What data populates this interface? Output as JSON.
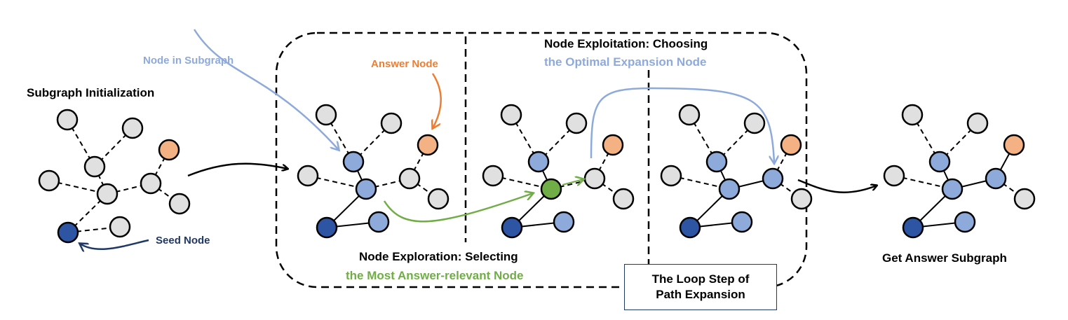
{
  "colors": {
    "gray_node": "#e0e0e0",
    "seed_node": "#2e55a3",
    "subgraph_node": "#8eaadb",
    "answer_node": "#f4b183",
    "selected_node": "#70ad47",
    "label_light_blue": "#8eaadb",
    "label_orange": "#ed7d31",
    "label_green": "#70ad47",
    "label_navy": "#1f3864",
    "stroke": "#000000"
  },
  "labels": {
    "subgraph_init": "Subgraph Initialization",
    "node_in_subgraph": "Node in Subgraph",
    "answer_node": "Answer Node",
    "seed_node": "Seed Node",
    "exploitation_title": "Node Exploitation: Choosing",
    "exploitation_sub": "the Optimal Expansion Node",
    "exploration_title": "Node Exploration: Selecting",
    "exploration_sub": "the Most Answer-relevant Node",
    "loop_line1": "The Loop Step of",
    "loop_line2": "Path Expansion",
    "get_answer": "Get Answer Subgraph"
  },
  "graph": {
    "node_ids": [
      "top_left",
      "top_right",
      "mid_upper",
      "left",
      "center",
      "right_mid",
      "answer",
      "right_low",
      "seed",
      "bottom"
    ],
    "edges": [
      [
        "top_left",
        "mid_upper"
      ],
      [
        "top_right",
        "mid_upper"
      ],
      [
        "mid_upper",
        "center"
      ],
      [
        "left",
        "center"
      ],
      [
        "center",
        "right_mid"
      ],
      [
        "right_mid",
        "answer"
      ],
      [
        "right_mid",
        "right_low"
      ],
      [
        "center",
        "seed"
      ],
      [
        "seed",
        "bottom"
      ]
    ],
    "stages": [
      {
        "name": "initialization",
        "node_states": {
          "top_left": "gray",
          "top_right": "gray",
          "mid_upper": "gray",
          "left": "gray",
          "center": "gray",
          "right_mid": "gray",
          "answer": "answer",
          "right_low": "gray",
          "seed": "seed",
          "bottom": "gray"
        },
        "solid_edges": []
      },
      {
        "name": "subgraph",
        "node_states": {
          "top_left": "gray",
          "top_right": "gray",
          "mid_upper": "subgraph",
          "left": "gray",
          "center": "subgraph",
          "right_mid": "gray",
          "answer": "answer",
          "right_low": "gray",
          "seed": "seed",
          "bottom": "subgraph"
        },
        "solid_edges": [
          [
            "mid_upper",
            "center"
          ],
          [
            "center",
            "seed"
          ],
          [
            "seed",
            "bottom"
          ]
        ]
      },
      {
        "name": "exploration",
        "node_states": {
          "top_left": "gray",
          "top_right": "gray",
          "mid_upper": "subgraph",
          "left": "gray",
          "center": "selected",
          "right_mid": "gray",
          "answer": "answer",
          "right_low": "gray",
          "seed": "seed",
          "bottom": "subgraph"
        },
        "solid_edges": [
          [
            "mid_upper",
            "center"
          ],
          [
            "center",
            "seed"
          ],
          [
            "seed",
            "bottom"
          ]
        ]
      },
      {
        "name": "exploitation",
        "node_states": {
          "top_left": "gray",
          "top_right": "gray",
          "mid_upper": "subgraph",
          "left": "gray",
          "center": "subgraph",
          "right_mid": "subgraph",
          "answer": "answer",
          "right_low": "gray",
          "seed": "seed",
          "bottom": "subgraph"
        },
        "solid_edges": [
          [
            "mid_upper",
            "center"
          ],
          [
            "center",
            "right_mid"
          ],
          [
            "center",
            "seed"
          ],
          [
            "seed",
            "bottom"
          ]
        ]
      },
      {
        "name": "answer_subgraph",
        "node_states": {
          "top_left": "gray",
          "top_right": "gray",
          "mid_upper": "subgraph",
          "left": "gray",
          "center": "subgraph",
          "right_mid": "subgraph",
          "answer": "answer",
          "right_low": "gray",
          "seed": "seed",
          "bottom": "subgraph"
        },
        "solid_edges": [
          [
            "mid_upper",
            "center"
          ],
          [
            "center",
            "right_mid"
          ],
          [
            "right_mid",
            "answer"
          ],
          [
            "center",
            "seed"
          ],
          [
            "seed",
            "bottom"
          ]
        ]
      }
    ]
  }
}
